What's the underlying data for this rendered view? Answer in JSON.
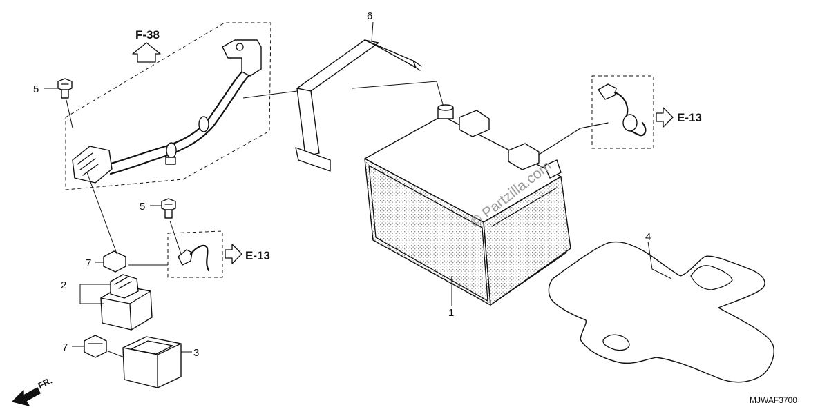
{
  "callouts": {
    "battery": "1",
    "fuse_box": "2",
    "fuse_box_cover": "3",
    "battery_tray_plate": "4",
    "bolt_upper": "5",
    "bolt_lower": "5",
    "battery_band": "6",
    "fuse_upper": "7",
    "fuse_lower": "7"
  },
  "references": {
    "frame_ref": "F-38",
    "electrical_ref_left": "E-13",
    "electrical_ref_right": "E-13"
  },
  "front_indicator": "FR.",
  "watermark": "© Partzilla.com",
  "diagram_code": "MJWAF3700",
  "icons": {
    "reference_arrow": "hollow-arrow-icon",
    "front_arrow": "front-direction-arrow-icon"
  }
}
